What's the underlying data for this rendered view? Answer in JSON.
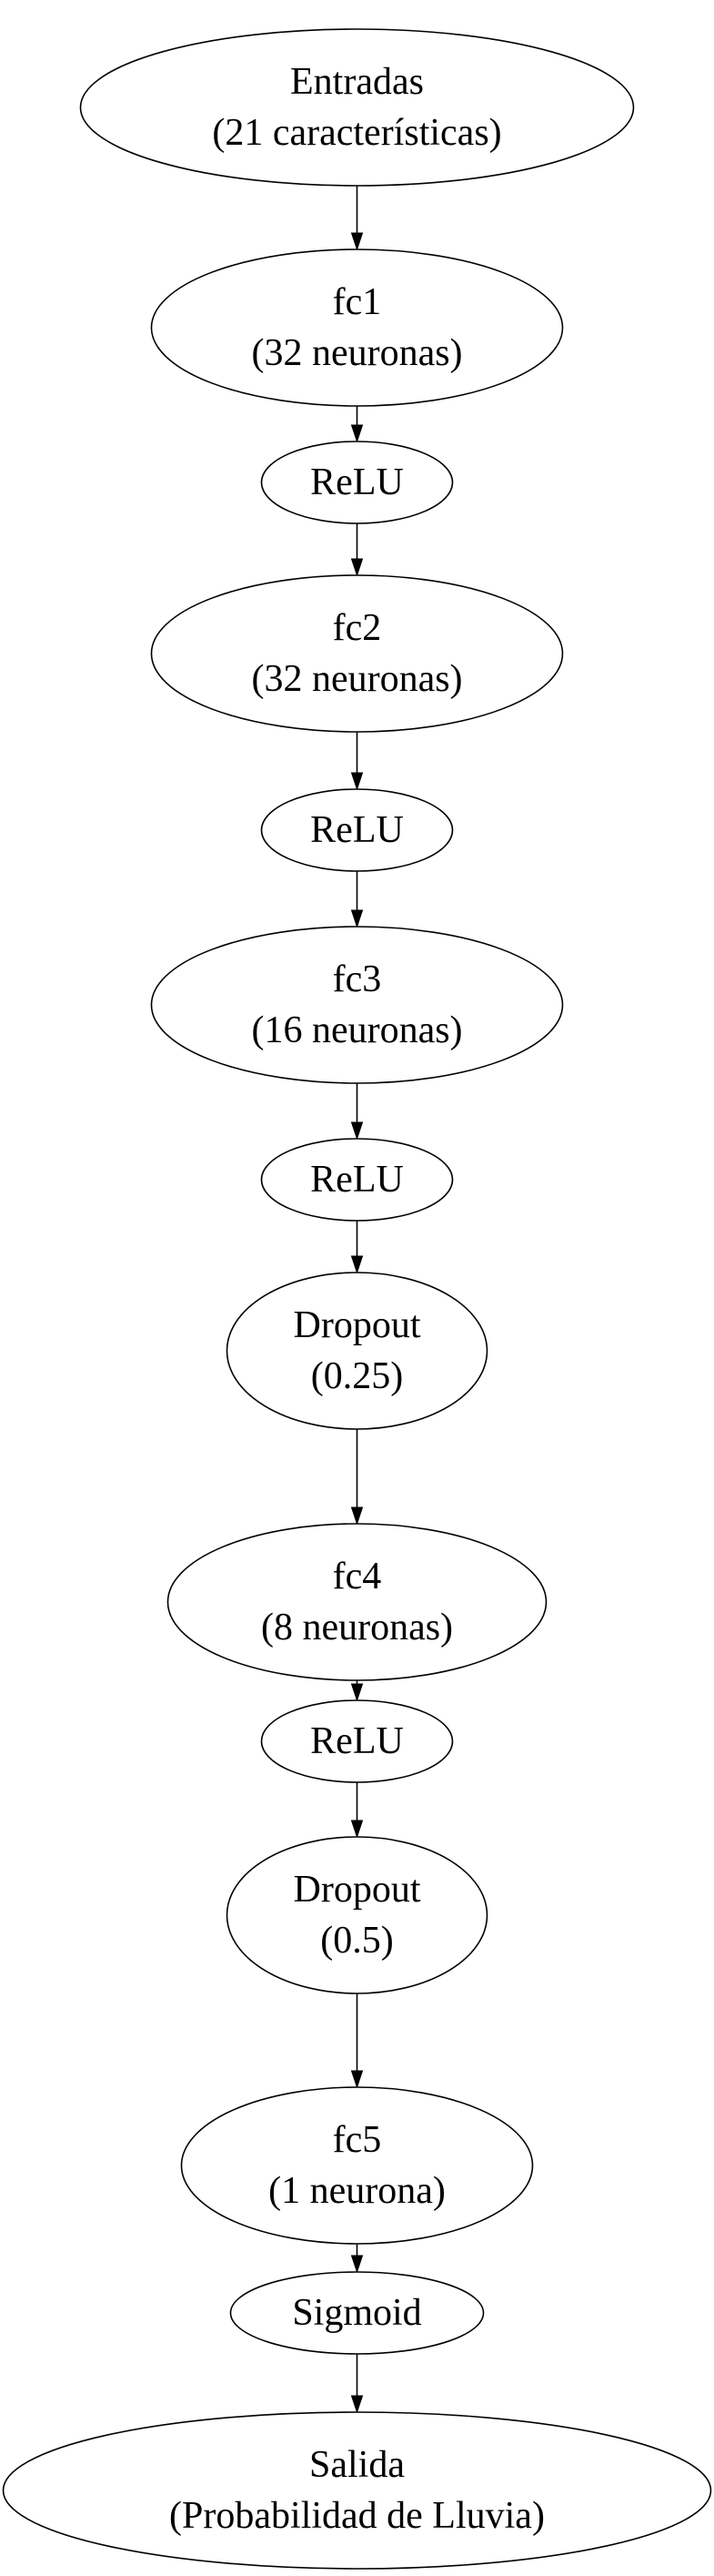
{
  "diagram": {
    "type": "flowchart",
    "direction": "top-to-bottom",
    "nodes": [
      {
        "id": "entradas",
        "lines": [
          "Entradas",
          "(21 características)"
        ]
      },
      {
        "id": "fc1",
        "lines": [
          "fc1",
          "(32 neuronas)"
        ]
      },
      {
        "id": "relu1",
        "lines": [
          "ReLU"
        ]
      },
      {
        "id": "fc2",
        "lines": [
          "fc2",
          "(32 neuronas)"
        ]
      },
      {
        "id": "relu2",
        "lines": [
          "ReLU"
        ]
      },
      {
        "id": "fc3",
        "lines": [
          "fc3",
          "(16 neuronas)"
        ]
      },
      {
        "id": "relu3",
        "lines": [
          "ReLU"
        ]
      },
      {
        "id": "dropout1",
        "lines": [
          "Dropout",
          "(0.25)"
        ]
      },
      {
        "id": "fc4",
        "lines": [
          "fc4",
          "(8 neuronas)"
        ]
      },
      {
        "id": "relu4",
        "lines": [
          "ReLU"
        ]
      },
      {
        "id": "dropout2",
        "lines": [
          "Dropout",
          "(0.5)"
        ]
      },
      {
        "id": "fc5",
        "lines": [
          "fc5",
          "(1 neurona)"
        ]
      },
      {
        "id": "sigmoid",
        "lines": [
          "Sigmoid"
        ]
      },
      {
        "id": "salida",
        "lines": [
          "Salida",
          "(Probabilidad de Lluvia)"
        ]
      }
    ],
    "edges": [
      [
        "entradas",
        "fc1"
      ],
      [
        "fc1",
        "relu1"
      ],
      [
        "relu1",
        "fc2"
      ],
      [
        "fc2",
        "relu2"
      ],
      [
        "relu2",
        "fc3"
      ],
      [
        "fc3",
        "relu3"
      ],
      [
        "relu3",
        "dropout1"
      ],
      [
        "dropout1",
        "fc4"
      ],
      [
        "fc4",
        "relu4"
      ],
      [
        "relu4",
        "dropout2"
      ],
      [
        "dropout2",
        "fc5"
      ],
      [
        "fc5",
        "sigmoid"
      ],
      [
        "sigmoid",
        "salida"
      ]
    ],
    "colors": {
      "stroke": "#000000",
      "fill": "#ffffff",
      "text": "#000000"
    }
  }
}
